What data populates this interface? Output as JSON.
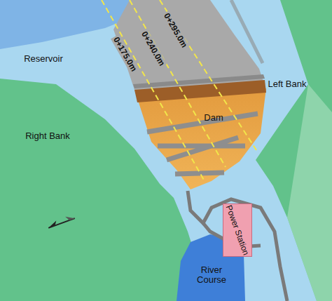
{
  "diagram": {
    "nodes": [
      {
        "text": [
          "Power Station"
        ]
      }
    ],
    "labels": [
      "Reservoir",
      "Left Bank",
      "Right Bank",
      "Dam",
      "0+175.0m",
      "0+240.0m",
      "0+295.0m",
      "River Course"
    ]
  }
}
